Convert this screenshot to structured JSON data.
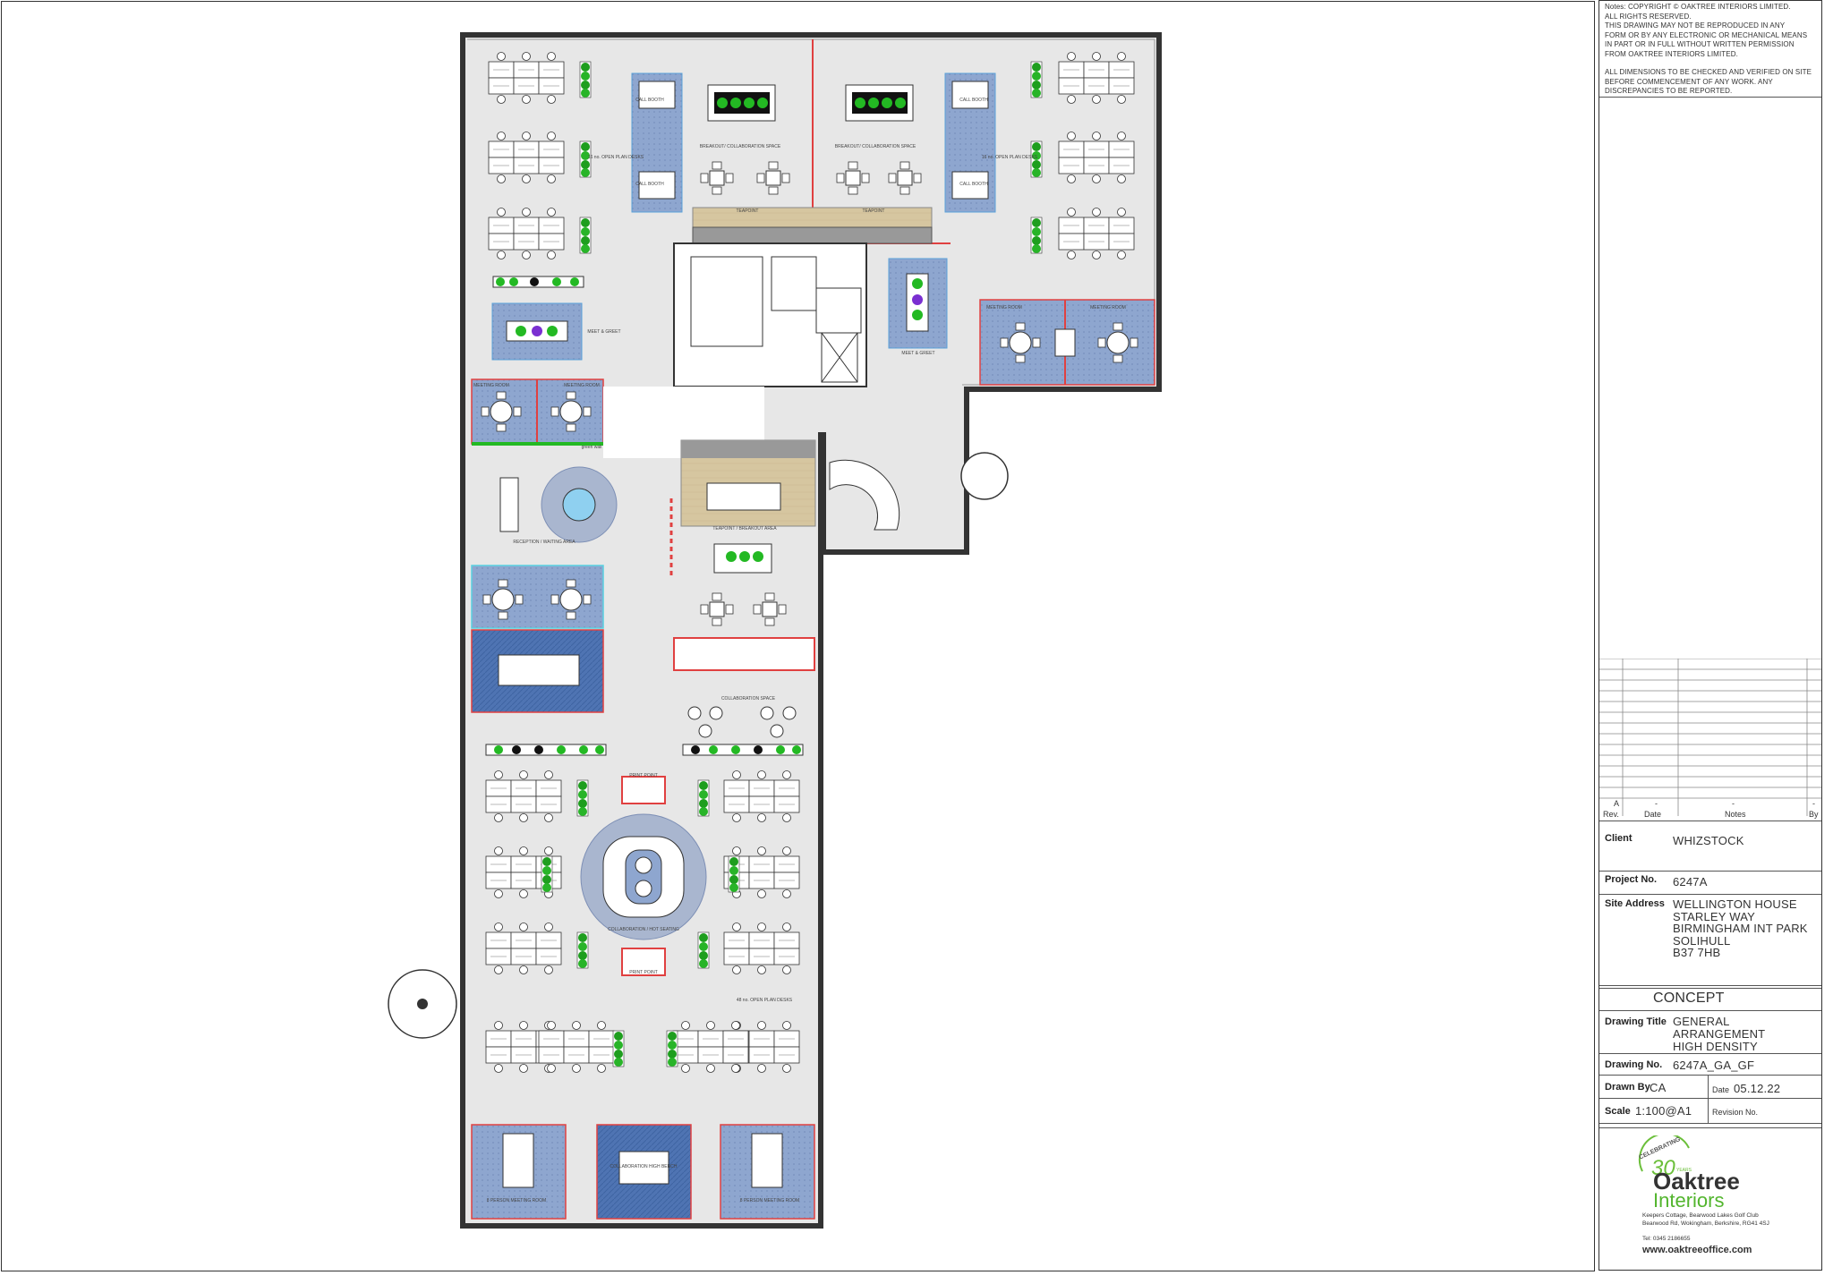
{
  "notes": {
    "lines": [
      "Notes: COPYRIGHT © OAKTREE INTERIORS LIMITED.",
      "ALL RIGHTS RESERVED.",
      "THIS DRAWING MAY NOT BE REPRODUCED IN ANY",
      "FORM OR BY ANY ELECTRONIC OR MECHANICAL MEANS",
      "IN PART OR IN FULL WITHOUT WRITTEN PERMISSION",
      "FROM OAKTREE INTERIORS LIMITED.",
      "",
      "ALL DIMENSIONS TO BE CHECKED AND VERIFIED ON SITE",
      "BEFORE COMMENCEMENT OF ANY WORK. ANY",
      "DISCREPANCIES TO BE REPORTED."
    ]
  },
  "revisions": {
    "row": {
      "rev": "A",
      "date": "-",
      "notes": "-",
      "by": "-"
    },
    "headers": {
      "rev": "Rev.",
      "date": "Date",
      "notes": "Notes",
      "by": "By"
    }
  },
  "title_block": {
    "client_label": "Client",
    "client_value": "WHIZSTOCK",
    "project_label": "Project No.",
    "project_value": "6247A",
    "site_label": "Site Address",
    "site_lines": [
      "WELLINGTON HOUSE",
      "STARLEY WAY",
      "BIRMINGHAM INT PARK",
      "SOLIHULL",
      "B37 7HB"
    ],
    "status": "CONCEPT",
    "drawing_title_label": "Drawing Title",
    "drawing_title_lines": [
      "GENERAL ARRANGEMENT",
      "HIGH DENSITY"
    ],
    "drawing_no_label": "Drawing No.",
    "drawing_no_value": "6247A_GA_GF",
    "drawn_by_label": "Drawn By",
    "drawn_by_value": "CA",
    "date_label": "Date",
    "date_value": "05.12.22",
    "scale_label": "Scale",
    "scale_value": "1:100@A1",
    "revision_label": "Revision No."
  },
  "logo": {
    "badge_top": "CELEBRATING",
    "badge_number": "30",
    "badge_years": "YEARS",
    "name": "Oaktree",
    "sub": "Interiors",
    "address_line1": "Keepers Cottage, Bearwood Lakes Golf Club",
    "address_line2": "Bearwood Rd, Wokingham, Berkshire, RG41 4SJ",
    "tel": "Tel: 0345 2186655",
    "url": "www.oaktreeoffice.com"
  },
  "plan_labels": {
    "breakout_left": "BREAKOUT/ COLLABORATION SPACE",
    "breakout_right": "BREAKOUT/ COLLABORATION SPACE",
    "teapoint_left": "TEAPOINT",
    "teapoint_right": "TEAPOINT",
    "open_plan_left": "16 no. OPEN PLAN DESKS",
    "open_plan_right": "16 no. OPEN PLAN DESKS",
    "booth_1": "CALL BOOTH",
    "booth_2": "CALL BOOTH",
    "booth_3": "CALL BOOTH",
    "booth_4": "CALL BOOTH",
    "meet_greet_left": "MEET & GREET",
    "meet_greet_right": "MEET & GREET",
    "meeting_room_1": "MEETING ROOM",
    "meeting_room_2": "MEETING ROOM",
    "meeting_room_3": "MEETING ROOM",
    "meeting_room_4": "MEETING ROOM",
    "green_wall": "green wall",
    "reception": "RECEPTION / WAITING AREA",
    "teapoint_breakout": "TEAPOINT / BREAKOUT AREA",
    "collab_space": "COLLABORATION SPACE",
    "print_point_top": "PRINT POINT",
    "print_point_bottom": "PRINT POINT",
    "collab_hot_seating": "COLLABORATION / HOT SEATING",
    "open_plan_48": "48 no. OPEN PLAN DESKS",
    "collab_high_bench": "COLLABORATION HIGH BENCH",
    "meeting_room_8_left": "8 PERSON MEETING ROOM",
    "meeting_room_8_right": "8 PERSON MEETING ROOM"
  }
}
